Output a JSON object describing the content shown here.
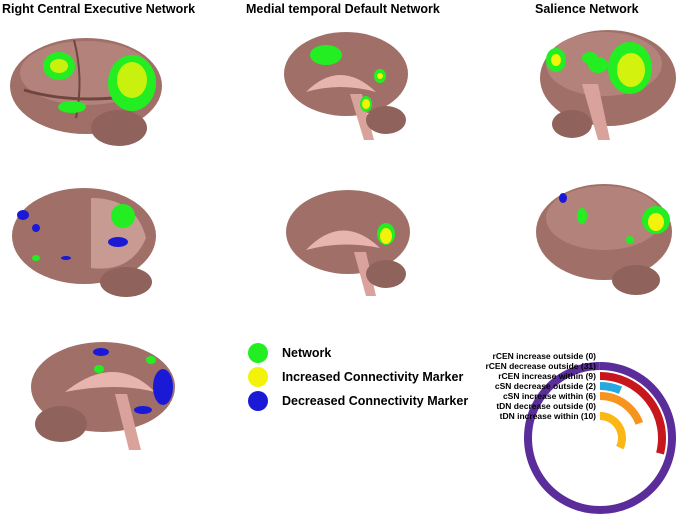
{
  "titles": {
    "rcen": "Right Central Executive Network",
    "dmn": "Medial temporal Default Network",
    "sn": "Salience Network"
  },
  "legend": [
    {
      "label": "Network",
      "color": "#22ee22"
    },
    {
      "label": "Increased Connectivity Marker",
      "color": "#f2f20a"
    },
    {
      "label": "Decreased Connectivity Marker",
      "color": "#1a1ad6"
    }
  ],
  "colors": {
    "brain": "#a07068",
    "brain_dark": "#6e4640",
    "brain_light": "#c79a92",
    "medial": "#e8b4ae",
    "network": "#22ee22",
    "increase": "#f2f20a",
    "decrease": "#1a1ad6"
  },
  "chart_data": {
    "type": "radial_bar",
    "title": "",
    "series": [
      {
        "label": "rCEN increase outside (0)",
        "value": 0,
        "color": "#5a2d9a"
      },
      {
        "label": "rCEN decrease outside (31)",
        "value": 31,
        "color": "#5a2d9a"
      },
      {
        "label": "rCEN increase within (9)",
        "value": 9,
        "color": "#c8161d"
      },
      {
        "label": "cSN decrease outside (2)",
        "value": 2,
        "color": "#29a8e0"
      },
      {
        "label": "cSN increase within (6)",
        "value": 6,
        "color": "#f7941d"
      },
      {
        "label": "tDN decrease outside (0)",
        "value": 0,
        "color": "#f7941d"
      },
      {
        "label": "tDN increase within (10)",
        "value": 10,
        "color": "#fbb714"
      }
    ],
    "max_value": 31
  }
}
